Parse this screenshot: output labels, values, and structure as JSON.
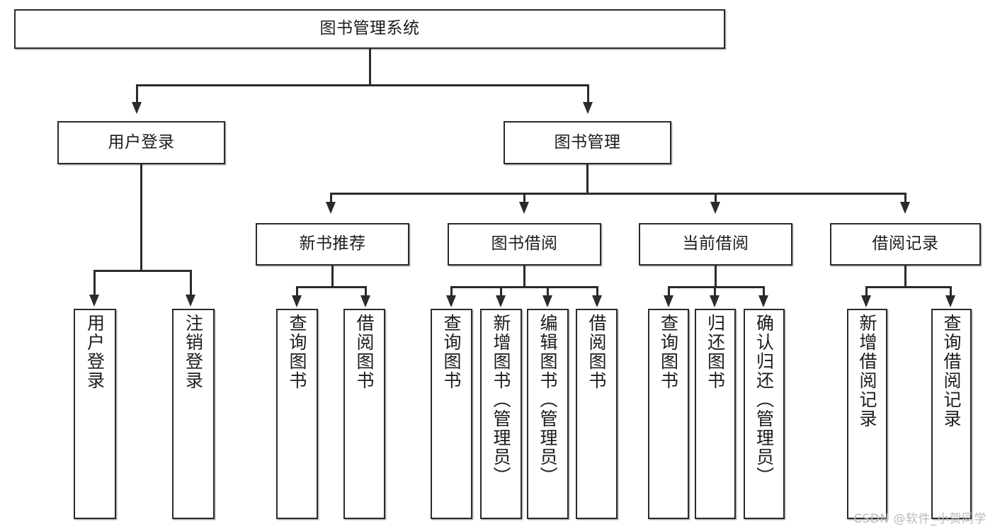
{
  "diagram": {
    "title": "图书管理系统",
    "type": "hierarchy-tree",
    "root": {
      "id": "root",
      "label": "图书管理系统"
    },
    "level2": [
      {
        "id": "user-login",
        "label": "用户登录"
      },
      {
        "id": "book-manage",
        "label": "图书管理"
      }
    ],
    "level3": [
      {
        "id": "new-book-recommend",
        "label": "新书推荐"
      },
      {
        "id": "book-borrow",
        "label": "图书借阅"
      },
      {
        "id": "current-borrow",
        "label": "当前借阅"
      },
      {
        "id": "borrow-record",
        "label": "借阅记录"
      }
    ],
    "leaves": {
      "user_login": [
        {
          "id": "leaf-user-login",
          "label": "用户登录"
        },
        {
          "id": "leaf-logout-login",
          "label": "注销登录"
        }
      ],
      "new_book_recommend": [
        {
          "id": "leaf-query-book-1",
          "label": "查询图书"
        },
        {
          "id": "leaf-borrow-book-1",
          "label": "借阅图书"
        }
      ],
      "book_borrow": [
        {
          "id": "leaf-query-book-2",
          "label": "查询图书"
        },
        {
          "id": "leaf-add-book",
          "label": "新增图书（管理员）"
        },
        {
          "id": "leaf-edit-book",
          "label": "编辑图书（管理员）"
        },
        {
          "id": "leaf-borrow-book-2",
          "label": "借阅图书"
        }
      ],
      "current_borrow": [
        {
          "id": "leaf-query-book-3",
          "label": "查询图书"
        },
        {
          "id": "leaf-return-book",
          "label": "归还图书"
        },
        {
          "id": "leaf-confirm-return",
          "label": "确认归还（管理员）"
        }
      ],
      "borrow_record": [
        {
          "id": "leaf-add-record",
          "label": "新增借阅记录"
        },
        {
          "id": "leaf-query-record",
          "label": "查询借阅记录"
        }
      ]
    }
  },
  "watermark": {
    "text": "CSDN @软件_小贺同学"
  },
  "colors": {
    "stroke": "#2b2b2b",
    "fill": "#ffffff",
    "text": "#1c1c1c",
    "watermark": "#b9b9b9"
  }
}
